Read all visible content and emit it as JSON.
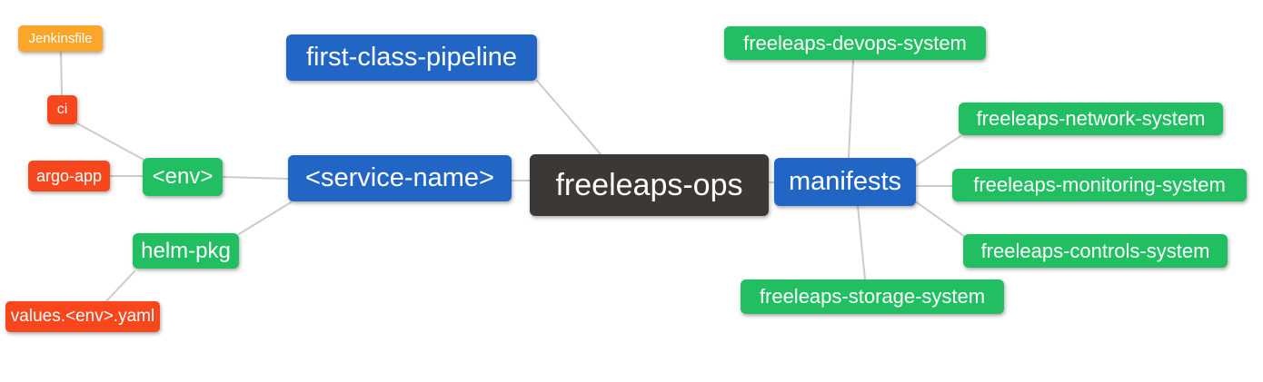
{
  "diagram": {
    "type": "mindmap",
    "root_label": "freeleaps-ops",
    "colors": {
      "node_blue": "#2166C4",
      "node_green": "#21BF61",
      "node_red": "#F9471D",
      "node_orange": "#F9A62B",
      "node_dark": "#3C3836",
      "edge_gray": "#CBCBCB",
      "node_text": "#FFFFFF",
      "background": "#FFFFFF"
    },
    "nodes": {
      "root": {
        "label": "freeleaps-ops",
        "color": "#3C3836"
      },
      "first_class_pipeline": {
        "label": "first-class-pipeline",
        "color": "#2166C4"
      },
      "service_name": {
        "label": "<service-name>",
        "color": "#2166C4"
      },
      "manifests": {
        "label": "manifests",
        "color": "#2166C4"
      },
      "env": {
        "label": "<env>",
        "color": "#21BF61"
      },
      "helm_pkg": {
        "label": "helm-pkg",
        "color": "#21BF61"
      },
      "ci": {
        "label": "ci",
        "color": "#F9471D"
      },
      "argo_app": {
        "label": "argo-app",
        "color": "#F9471D"
      },
      "jenkinsfile": {
        "label": "Jenkinsfile",
        "color": "#F9A62B"
      },
      "values_env_yaml": {
        "label": "values.<env>.yaml",
        "color": "#F9471D"
      },
      "devops_system": {
        "label": "freeleaps-devops-system",
        "color": "#21BF61"
      },
      "network_system": {
        "label": "freeleaps-network-system",
        "color": "#21BF61"
      },
      "monitoring_system": {
        "label": "freeleaps-monitoring-system",
        "color": "#21BF61"
      },
      "controls_system": {
        "label": "freeleaps-controls-system",
        "color": "#21BF61"
      },
      "storage_system": {
        "label": "freeleaps-storage-system",
        "color": "#21BF61"
      }
    },
    "edges": [
      {
        "from": "ci",
        "to": "jenkinsfile"
      },
      {
        "from": "env",
        "to": "ci"
      },
      {
        "from": "env",
        "to": "argo_app"
      },
      {
        "from": "service_name",
        "to": "env"
      },
      {
        "from": "service_name",
        "to": "helm_pkg"
      },
      {
        "from": "helm_pkg",
        "to": "values_env_yaml"
      },
      {
        "from": "root",
        "to": "first_class_pipeline"
      },
      {
        "from": "root",
        "to": "service_name"
      },
      {
        "from": "root",
        "to": "manifests"
      },
      {
        "from": "manifests",
        "to": "devops_system"
      },
      {
        "from": "manifests",
        "to": "network_system"
      },
      {
        "from": "manifests",
        "to": "monitoring_system"
      },
      {
        "from": "manifests",
        "to": "controls_system"
      },
      {
        "from": "manifests",
        "to": "storage_system"
      }
    ]
  }
}
